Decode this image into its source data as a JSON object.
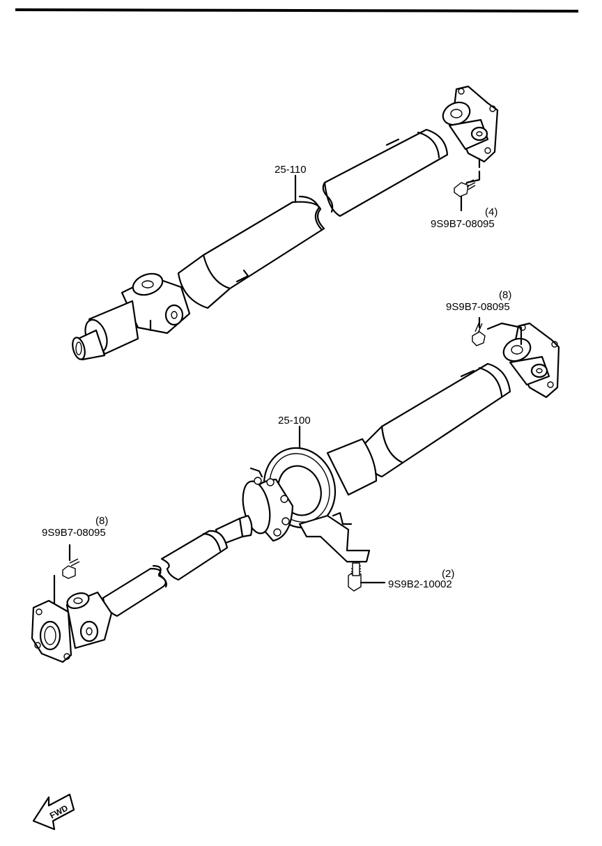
{
  "diagram": {
    "type": "exploded parts diagram",
    "parts": [
      {
        "id": "upper-shaft",
        "ref": "25-110"
      },
      {
        "id": "lower-shaft",
        "ref": "25-100"
      },
      {
        "id": "upper-bolt",
        "part_no": "9S9B7-08095",
        "qty": "(4)"
      },
      {
        "id": "right-bolt",
        "part_no": "9S9B7-08095",
        "qty": "(8)"
      },
      {
        "id": "left-bolt",
        "part_no": "9S9B7-08095",
        "qty": "(8)"
      },
      {
        "id": "bearing-bolt",
        "part_no": "9S9B2-10002",
        "qty": "(2)"
      }
    ],
    "direction_marker": "FWD"
  }
}
